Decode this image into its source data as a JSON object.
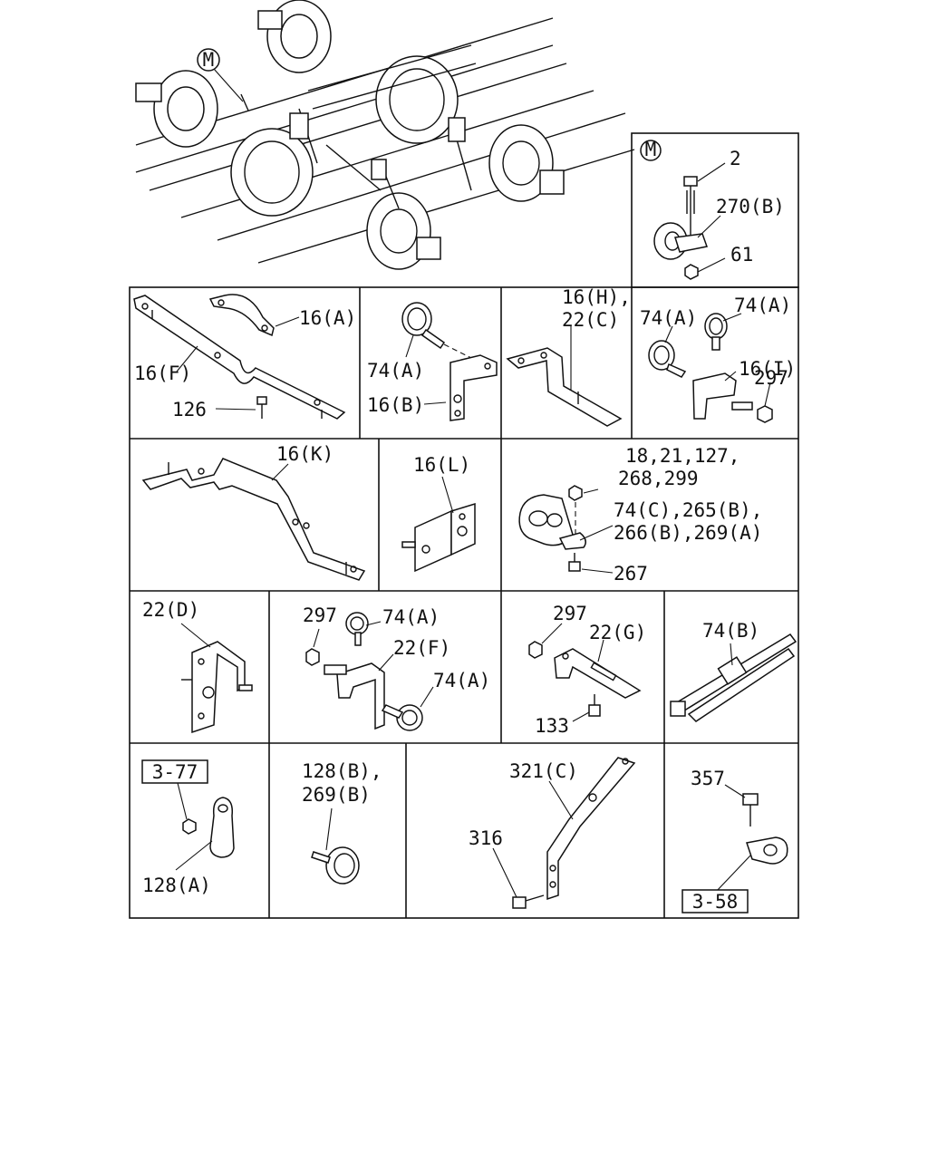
{
  "overview": {
    "marker": "M"
  },
  "panels": {
    "m_detail": {
      "marker": "M",
      "labels": [
        "2",
        "270(B)",
        "61"
      ]
    },
    "p16a": {
      "labels": [
        "16(A)",
        "16(F)",
        "126"
      ]
    },
    "p74a_16b": {
      "labels": [
        "74(A)",
        "16(B)"
      ]
    },
    "p16h": {
      "labels": [
        "16(H),",
        "22(C)"
      ]
    },
    "p16i": {
      "labels": [
        "74(A)",
        "74(A)",
        "16(I)",
        "297"
      ]
    },
    "p16k": {
      "labels": [
        "16(K)"
      ]
    },
    "p16l": {
      "labels": [
        "16(L)"
      ]
    },
    "p18": {
      "labels": [
        "18,21,127,",
        "268,299",
        "74(C),265(B),",
        "266(B),269(A)",
        "267"
      ]
    },
    "p22d": {
      "labels": [
        "22(D)"
      ]
    },
    "p22f": {
      "labels": [
        "297",
        "74(A)",
        "22(F)",
        "74(A)"
      ]
    },
    "p22g": {
      "labels": [
        "297",
        "22(G)",
        "133"
      ]
    },
    "p74b": {
      "labels": [
        "74(B)"
      ]
    },
    "p128a": {
      "labels": [
        "3-77",
        "128(A)"
      ]
    },
    "p128b": {
      "labels": [
        "128(B),",
        "269(B)"
      ]
    },
    "p321c": {
      "labels": [
        "321(C)",
        "316"
      ]
    },
    "p357": {
      "labels": [
        "357",
        "3-58"
      ]
    }
  }
}
